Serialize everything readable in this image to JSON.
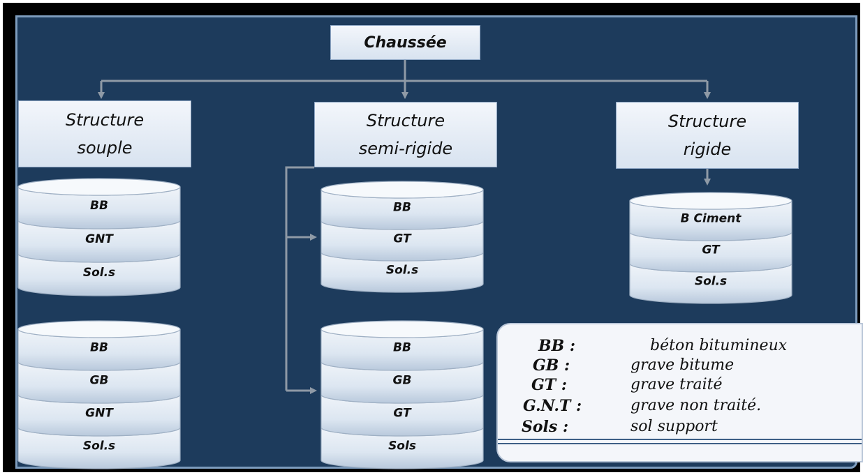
{
  "diagram": {
    "root": "Chaussée",
    "structures": [
      {
        "line1": "Structure",
        "line2": "souple"
      },
      {
        "line1": "Structure",
        "line2": "semi-rigide"
      },
      {
        "line1": "Structure",
        "line2": "rigide"
      }
    ],
    "stacks": [
      {
        "layers": [
          "BB",
          "GNT",
          "Sol.s"
        ]
      },
      {
        "layers": [
          "BB",
          "GB",
          "GNT",
          "Sol.s"
        ]
      },
      {
        "layers": [
          "BB",
          "GT",
          "Sol.s"
        ]
      },
      {
        "layers": [
          "BB",
          "GB",
          "GT",
          "Sols"
        ]
      },
      {
        "layers": [
          "B Ciment",
          "GT",
          "Sol.s"
        ]
      }
    ],
    "legend": [
      {
        "abbr": "BB :",
        "definition": "béton bitumineux"
      },
      {
        "abbr": "GB :",
        "definition": "grave bitume"
      },
      {
        "abbr": "GT :",
        "definition": "grave traité"
      },
      {
        "abbr": "G.N.T :",
        "definition": "grave non traité."
      },
      {
        "abbr": "Sols :",
        "definition": "sol support"
      }
    ]
  },
  "colors": {
    "background": "#1d3b5c",
    "connector": "#8f9aa6",
    "box_fill_top": "#f3f6fb",
    "box_fill_bottom": "#d8e3f0",
    "layer_fill": "#e6edf6",
    "layer_edge": "#9fb0c4"
  }
}
